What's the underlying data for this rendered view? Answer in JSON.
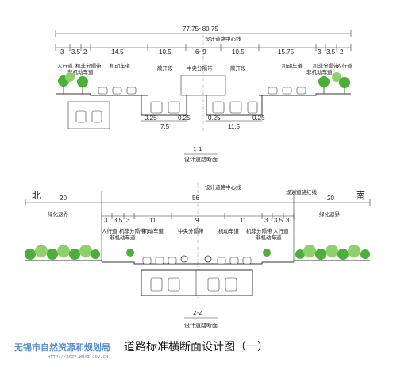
{
  "section1": {
    "total_width": "77.75~80.75",
    "centerline": "设计道路中心线",
    "dims": [
      "3",
      "3.5",
      "2",
      "14.5",
      "10.5",
      "6~9",
      "10.5",
      "15.75",
      "3",
      "3.5",
      "2"
    ],
    "labels": [
      "人行道",
      "机非分隔带",
      "机动车道",
      "敞开段",
      "中央分隔带",
      "敞开段",
      "机动车道",
      "机非分隔带",
      "人行道"
    ],
    "left_lane_label": "非机动车道",
    "right_lane_label": "非机动车道",
    "sub_dims_left": [
      "0.25",
      "7.5",
      "0.25"
    ],
    "sub_dims_right": [
      "0.25",
      "11.5",
      "0.25"
    ],
    "number": "1-1",
    "caption": "设计道路断面"
  },
  "section2": {
    "north": "北",
    "south": "南",
    "total_width": "56",
    "centerline": "设计道路中心线",
    "red_line": "规划道路红线",
    "greenbelt_left_dim": "20",
    "greenbelt_right_dim": "20",
    "greenbelt_left": "绿化退界",
    "greenbelt_right": "绿化退界",
    "dims": [
      "3",
      "3.5",
      "3",
      "11",
      "9",
      "11",
      "3",
      "3.5",
      "3"
    ],
    "labels": [
      "人行道",
      "机非分隔带",
      "机动车道",
      "中央分隔带",
      "机动车道",
      "机非分隔带",
      "人行道"
    ],
    "left_lane_label": "非机动车道",
    "right_lane_label": "非机动车道",
    "number": "2-2",
    "caption": "设计道路断面"
  },
  "footer": {
    "watermark": "无锡市自然资源和规划局",
    "url": "HTTP://ZRZY.WUXI.GOV.CN",
    "title": "道路标准横断面设计图（一）"
  },
  "colors": {
    "tree": "#4caf3a",
    "tree_light": "#8ed16b",
    "line": "#333333",
    "watermark": "#5b8fd0"
  }
}
